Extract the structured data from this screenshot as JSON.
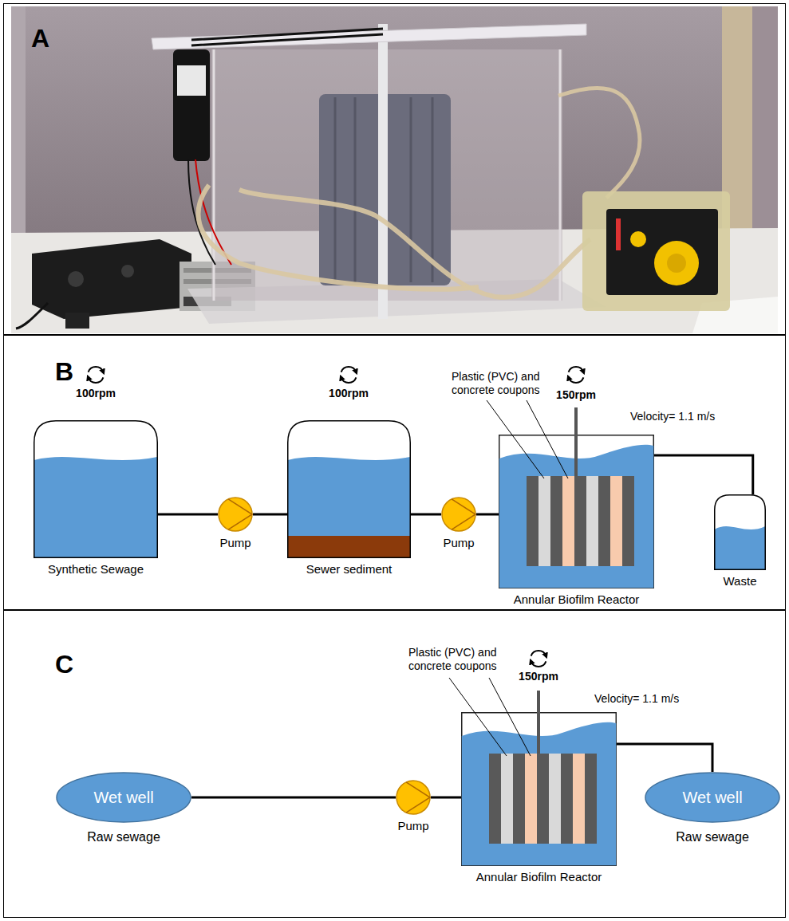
{
  "diagram": {
    "nodes": [
      {
        "text": [
          "A"
        ]
      },
      {
        "text": [
          "B"
        ]
      },
      {
        "text": [
          "Synthetic Sewage"
        ],
        "in": 1
      },
      {
        "text": [
          "Pump"
        ],
        "in": 1
      },
      {
        "text": [
          "Sewer sediment"
        ],
        "in": 1
      },
      {
        "text": [
          "Pump"
        ],
        "in": 1
      },
      {
        "text": [
          "Annular Biofilm Reactor"
        ],
        "in": 1
      },
      {
        "text": [
          "Waste"
        ],
        "in": 1
      },
      {
        "text": [
          "C"
        ]
      },
      {
        "text": [
          "Wet well",
          "Raw sewage"
        ],
        "in": 8
      },
      {
        "text": [
          "Pump"
        ],
        "in": 8
      },
      {
        "text": [
          "Annular Biofilm Reactor"
        ],
        "in": 8
      },
      {
        "text": [
          "Wet well",
          "Raw sewage"
        ],
        "in": 8
      }
    ],
    "edges": [
      {
        "from": 2,
        "to": 3,
        "arrow": "none"
      },
      {
        "from": 3,
        "to": 4,
        "arrow": "none"
      },
      {
        "from": 4,
        "to": 5,
        "arrow": "none"
      },
      {
        "from": 5,
        "to": 6,
        "arrow": "none"
      },
      {
        "from": 6,
        "to": 7,
        "arrow": "none"
      },
      {
        "from": 9,
        "to": 10,
        "arrow": "none"
      },
      {
        "from": 10,
        "to": 11,
        "arrow": "none"
      },
      {
        "from": 11,
        "to": 12,
        "arrow": "none"
      }
    ],
    "labels": [
      "100rpm",
      "100rpm",
      "150rpm",
      "Plastic (PVC) and concrete coupons",
      "Velocity= 1.1 m/s",
      "150rpm",
      "Plastic (PVC) and concrete coupons",
      "Velocity= 1.1 m/s"
    ]
  }
}
